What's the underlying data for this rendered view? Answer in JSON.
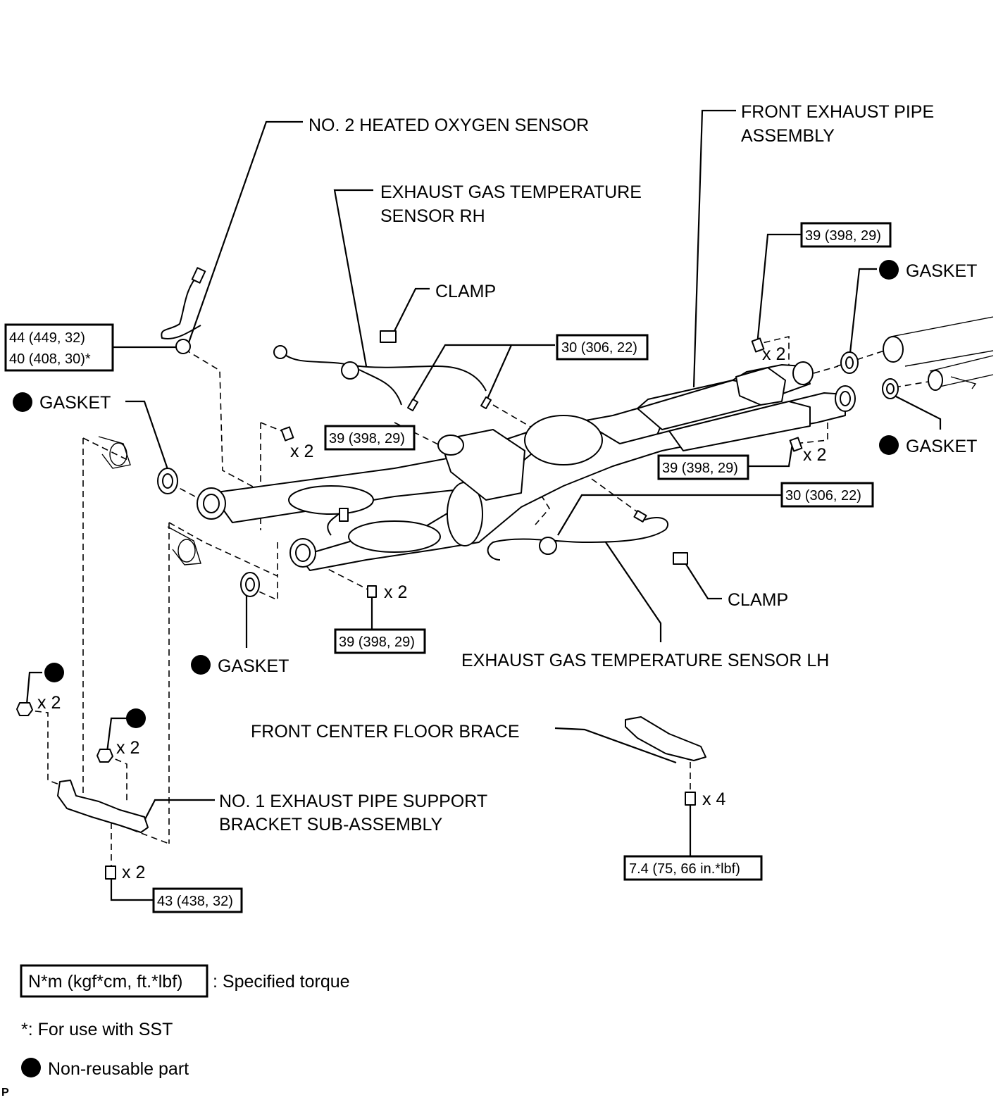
{
  "labels": {
    "o2_sensor": "NO. 2 HEATED OXYGEN SENSOR",
    "front_pipe_1": "FRONT EXHAUST PIPE",
    "front_pipe_2": "ASSEMBLY",
    "egt_rh_1": "EXHAUST GAS TEMPERATURE",
    "egt_rh_2": "SENSOR RH",
    "clamp_top": "CLAMP",
    "clamp_bottom": "CLAMP",
    "gasket_top_right": "GASKET",
    "gasket_mid_right": "GASKET",
    "gasket_left": "GASKET",
    "gasket_bottom": "GASKET",
    "egt_lh": "EXHAUST GAS TEMPERATURE SENSOR LH",
    "floor_brace": "FRONT CENTER FLOOR BRACE",
    "bracket_1": "NO. 1 EXHAUST PIPE SUPPORT",
    "bracket_2": "BRACKET SUB-ASSEMBLY"
  },
  "torques": {
    "o2_a": "44 (449, 32)",
    "o2_b": "40 (408, 30)*",
    "egt_rh": "30 (306, 22)",
    "pipe_top_right": "39 (398, 29)",
    "pipe_mid_right": "39 (398, 29)",
    "pipe_left": "39 (398, 29)",
    "pipe_bottom": "39 (398, 29)",
    "egt_lh": "30 (306, 22)",
    "floor_brace": "7.4 (75, 66 in.*lbf)",
    "bracket": "43 (438, 32)"
  },
  "quantities": {
    "q1": "x 2",
    "q2": "x 2",
    "q3": "x 2",
    "q4": "x 2",
    "q5": "x 2",
    "q6": "x 2",
    "q7": "x 2",
    "q8": "x 4"
  },
  "legend": {
    "torque_unit": "N*m (kgf*cm, ft.*lbf)",
    "torque_desc": ": Specified torque",
    "sst_note": "*: For use with SST",
    "non_reusable": "Non-reusable part"
  },
  "corner_mark": "P"
}
